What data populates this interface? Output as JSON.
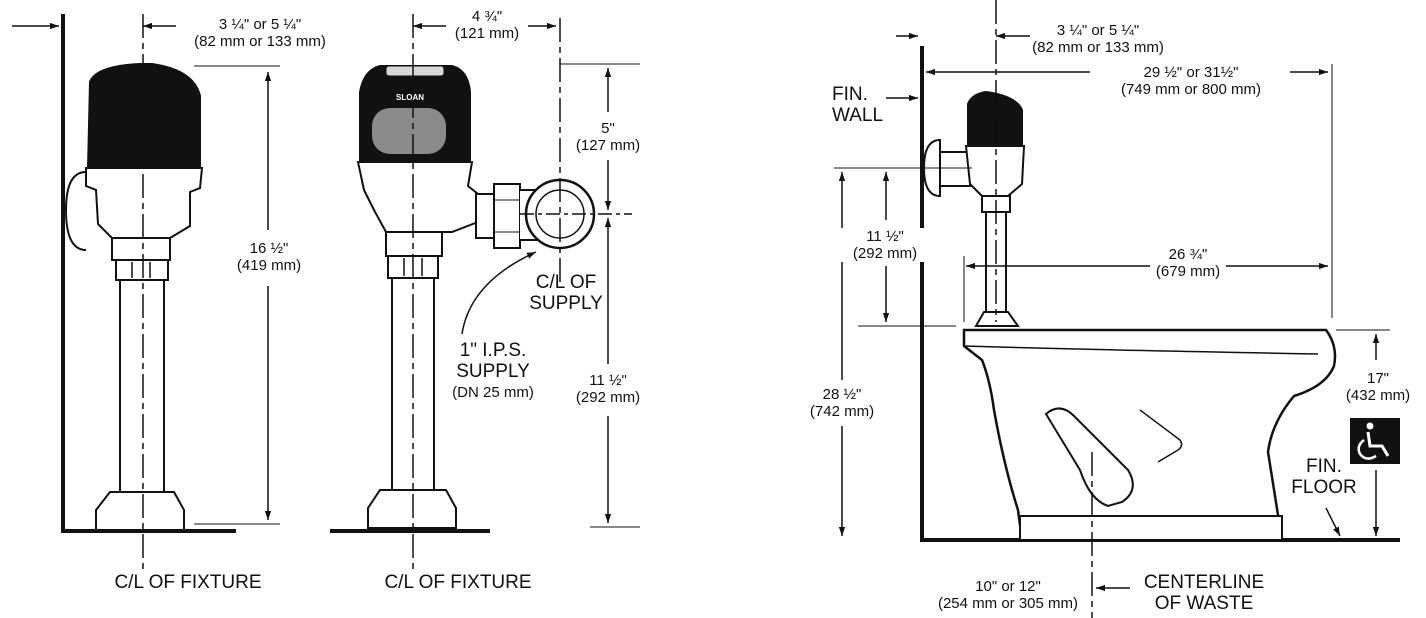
{
  "front_view": {
    "offset_dim": {
      "imperial": "3 ¼\" or 5 ¼\"",
      "metric": "(82 mm or 133 mm)"
    },
    "height_dim": {
      "imperial": "16 ½\"",
      "metric": "(419 mm)"
    },
    "centerline_label": "C/L OF FIXTURE"
  },
  "side_view": {
    "width_dim": {
      "imperial": "4 ¾\"",
      "metric": "(121 mm)"
    },
    "top_dim": {
      "imperial": "5\"",
      "metric": "(127 mm)"
    },
    "bottom_dim": {
      "imperial": "11 ½\"",
      "metric": "(292 mm)"
    },
    "supply_centerline": {
      "line1": "C/L OF",
      "line2": "SUPPLY"
    },
    "supply_callout": {
      "line1": "1\" I.P.S.",
      "line2": "SUPPLY",
      "line3": "(DN 25 mm)"
    },
    "brand_mark": "SLOAN",
    "centerline_label": "C/L OF FIXTURE"
  },
  "toilet_view": {
    "offset_dim": {
      "imperial": "3 ¼\" or 5 ¼\"",
      "metric": "(82 mm or 133 mm)"
    },
    "overall_dim": {
      "imperial": "29 ½\" or 31½\"",
      "metric": "(749 mm or 800 mm)"
    },
    "wall_label": {
      "line1": "FIN.",
      "line2": "WALL"
    },
    "supply_height_dim": {
      "imperial": "11 ½\"",
      "metric": "(292 mm)"
    },
    "bowl_length_dim": {
      "imperial": "26 ¾\"",
      "metric": "(679 mm)"
    },
    "total_height_dim": {
      "imperial": "28 ½\"",
      "metric": "(742 mm)"
    },
    "rim_height_dim": {
      "imperial": "17\"",
      "metric": "(432 mm)"
    },
    "floor_label": {
      "line1": "FIN.",
      "line2": "FLOOR"
    },
    "rough_in_dim": {
      "imperial": "10\" or 12\"",
      "metric": "(254 mm or 305 mm)"
    },
    "waste_label": {
      "line1": "CENTERLINE",
      "line2": "OF  WASTE"
    },
    "accessibility_icon": "wheelchair-icon"
  }
}
